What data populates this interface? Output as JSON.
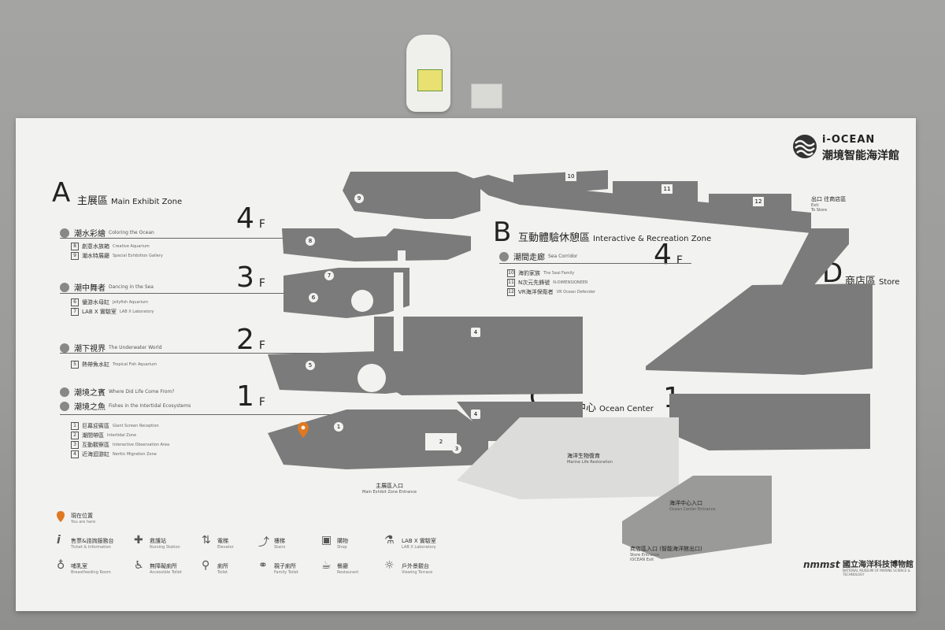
{
  "header": {
    "logo_top": "i-OCEAN",
    "logo_bottom": "潮境智能海洋館"
  },
  "zones": {
    "a": {
      "letter": "A",
      "zh": "主展區",
      "en": "Main Exhibit Zone"
    },
    "b": {
      "letter": "B",
      "zh": "互動體驗休憩區",
      "en": "Interactive & Recreation Zone"
    },
    "c": {
      "letter": "C",
      "zh": "海洋中心",
      "en": "Ocean Center"
    },
    "d": {
      "letter": "D",
      "zh": "商店區",
      "en": "Store"
    }
  },
  "floors": {
    "a4": {
      "num": "4",
      "suffix": "F"
    },
    "a3": {
      "num": "3",
      "suffix": "F"
    },
    "a2": {
      "num": "2",
      "suffix": "F"
    },
    "a1": {
      "num": "1",
      "suffix": "F"
    },
    "b4": {
      "num": "4",
      "suffix": "F"
    },
    "c1": {
      "num": "1",
      "suffix": "F"
    }
  },
  "sections": {
    "s4": {
      "zh": "潮水彩繪",
      "en": "Coloring the Ocean"
    },
    "s3": {
      "zh": "潮中舞者",
      "en": "Dancing in the Sea"
    },
    "s2": {
      "zh": "潮下視界",
      "en": "The Underwater World"
    },
    "s1a": {
      "zh": "潮境之賓",
      "en": "Where Did Life Come From?"
    },
    "s1b": {
      "zh": "潮境之魚",
      "en": "Fishes in the Intertidal Ecosystems"
    },
    "sb": {
      "zh": "潮間走廊",
      "en": "Sea Corridor"
    }
  },
  "items": {
    "i8": {
      "num": "8",
      "zh": "創意水族箱",
      "en": "Creative Aquarium"
    },
    "i9": {
      "num": "9",
      "zh": "潮水特展廳",
      "en": "Special Exhibition Gallery"
    },
    "i6": {
      "num": "6",
      "zh": "優游水母缸",
      "en": "Jellyfish Aquarium"
    },
    "i7": {
      "num": "7",
      "zh": "LAB X 實驗室",
      "en": "LAB X Laboratory"
    },
    "i5": {
      "num": "5",
      "zh": "熱帶魚水缸",
      "en": "Tropical Fish Aquarium"
    },
    "i1": {
      "num": "1",
      "zh": "巨幕迎賓區",
      "en": "Giant Screen Reception"
    },
    "i2": {
      "num": "2",
      "zh": "潮間帶區",
      "en": "Intertidal Zone"
    },
    "i3": {
      "num": "3",
      "zh": "互動觀察區",
      "en": "Interactive Observation Area"
    },
    "i4": {
      "num": "4",
      "zh": "近海迴游缸",
      "en": "Neritic Migration Zone"
    },
    "i10": {
      "num": "10",
      "zh": "海豹家族",
      "en": "The Seal Family"
    },
    "i11": {
      "num": "11",
      "zh": "N次元先鋒號",
      "en": "N-DIMENSIONEER"
    },
    "i12": {
      "num": "12",
      "zh": "VR海洋保衛者",
      "en": "VR Ocean Defender"
    }
  },
  "map_labels": {
    "main_entrance": {
      "zh": "主展區入口",
      "en": "Main Exhibit Zone Entrance"
    },
    "exit": {
      "zh": "出口",
      "zh2": "往商店區",
      "en": "Exit",
      "en2": "To Store"
    },
    "marine": {
      "zh": "海洋生物復育",
      "en": "Marine Life Restoration"
    },
    "oc_entrance": {
      "zh": "海洋中心入口",
      "en": "Ocean Center Entrance"
    },
    "store_entrance": {
      "zh": "商店區入口 (智能海洋館出口)",
      "en": "Store Entrance",
      "en2": "iOCEAN Exit"
    }
  },
  "legend": {
    "here": {
      "zh": "現在位置",
      "en": "You are here"
    },
    "info": {
      "zh": "售票&諮詢服務台",
      "en": "Ticket & Information"
    },
    "nursing": {
      "zh": "救護站",
      "en": "Nursing Station"
    },
    "elevator": {
      "zh": "電梯",
      "en": "Elevator"
    },
    "stairs": {
      "zh": "樓梯",
      "en": "Stairs"
    },
    "shop": {
      "zh": "購物",
      "en": "Shop"
    },
    "lab": {
      "zh": "LAB X 實驗室",
      "en": "LAB X Laboratory"
    },
    "breast": {
      "zh": "哺乳室",
      "en": "Breastfeeding Room"
    },
    "accessible": {
      "zh": "無障礙廁所",
      "en": "Accessible Toilet"
    },
    "toilet": {
      "zh": "廁所",
      "en": "Toilet"
    },
    "family": {
      "zh": "親子廁所",
      "en": "Family Toilet"
    },
    "restaurant": {
      "zh": "餐廳",
      "en": "Restaurant"
    },
    "terrace": {
      "zh": "戶外景觀台",
      "en": "Viewing Terrace"
    }
  },
  "footer": {
    "logo_mark": "nmmst",
    "museum_zh": "國立海洋科技博物館",
    "museum_en": "NATIONAL MUSEUM OF MARINE SCIENCE & TECHNOLOGY"
  },
  "colors": {
    "floor_fill": "#7b7b7b",
    "accent": "#e07820"
  }
}
